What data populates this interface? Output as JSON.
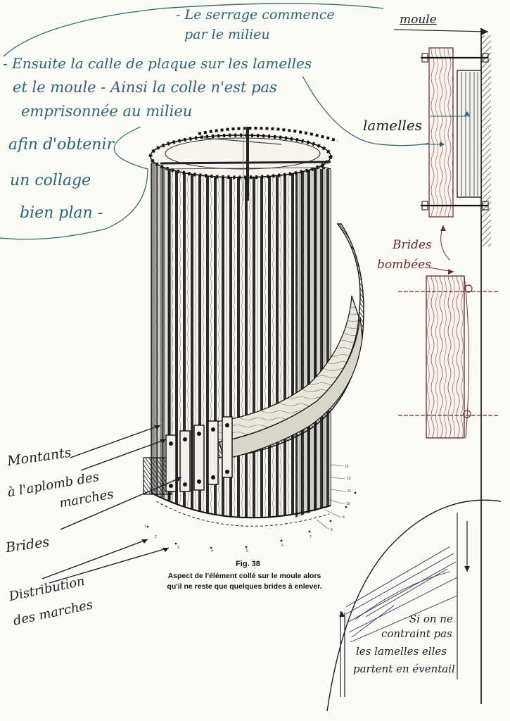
{
  "notes": {
    "serrage_1": "- Le serrage commence",
    "serrage_2": "par le milieu",
    "ensuite_1": "- Ensuite la calle de plaque sur les lamelles",
    "ensuite_2": "et le moule - Ainsi la colle n'est pas",
    "ensuite_3": "emprisonnée au milieu",
    "afin_1": "afin d'obtenir",
    "afin_2": "un collage",
    "afin_3": "bien plan -"
  },
  "right_sketch": {
    "moule": "moule",
    "lamelles": "lamelles",
    "brides_1": "Brides",
    "brides_2": "bombées"
  },
  "left_labels": {
    "montants_1": "Montants",
    "montants_2": "à l'aplomb des",
    "montants_3": "marches",
    "brides": "Brides",
    "distribution_1": "Distribution",
    "distribution_2": "des marches"
  },
  "caption": {
    "fig": "Fig. 38",
    "line1": "Aspect de l'élément collé sur le moule alors",
    "line2": "qu'il ne reste que quelques brides à enlever."
  },
  "corner_note": {
    "l1": "Si on ne",
    "l2": "contraint pas",
    "l3": "les lamelles elles",
    "l4": "partent en éventail"
  },
  "step_numbers": [
    "13",
    "12",
    "11",
    "10",
    "9",
    "8",
    "7",
    "6",
    "5",
    "4",
    "3",
    "2",
    "1"
  ],
  "colors": {
    "paper": "#fbfbf6",
    "note_ink": "#2f6272",
    "print_ink": "#1c1c2a",
    "pencil_red": "#6a2b35"
  }
}
